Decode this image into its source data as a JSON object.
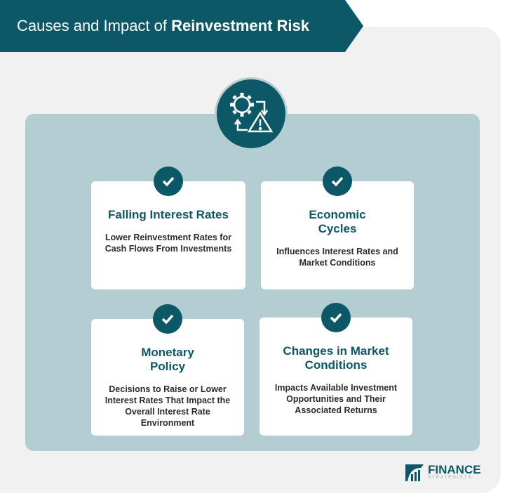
{
  "header": {
    "title_regular": "Causes and Impact of ",
    "title_bold": "Reinvestment Risk"
  },
  "cards": [
    {
      "title": "Falling Interest Rates",
      "description": "Lower Reinvestment Rates for Cash Flows From Investments"
    },
    {
      "title": "Economic Cycles",
      "description": "Influences Interest Rates and Market Conditions"
    },
    {
      "title": "Monetary Policy",
      "description": "Decisions to Raise or Lower Interest Rates That Impact the Overall Interest Rate Environment"
    },
    {
      "title": "Changes in Market Conditions",
      "description": "Impacts Available Investment Opportunities and Their Associated Returns"
    }
  ],
  "logo": {
    "line1": "FINANCE",
    "line2": "STRATEGISTS"
  },
  "colors": {
    "primary": "#0c5866",
    "panel": "#b3ced3",
    "background": "#f1f1f1"
  }
}
